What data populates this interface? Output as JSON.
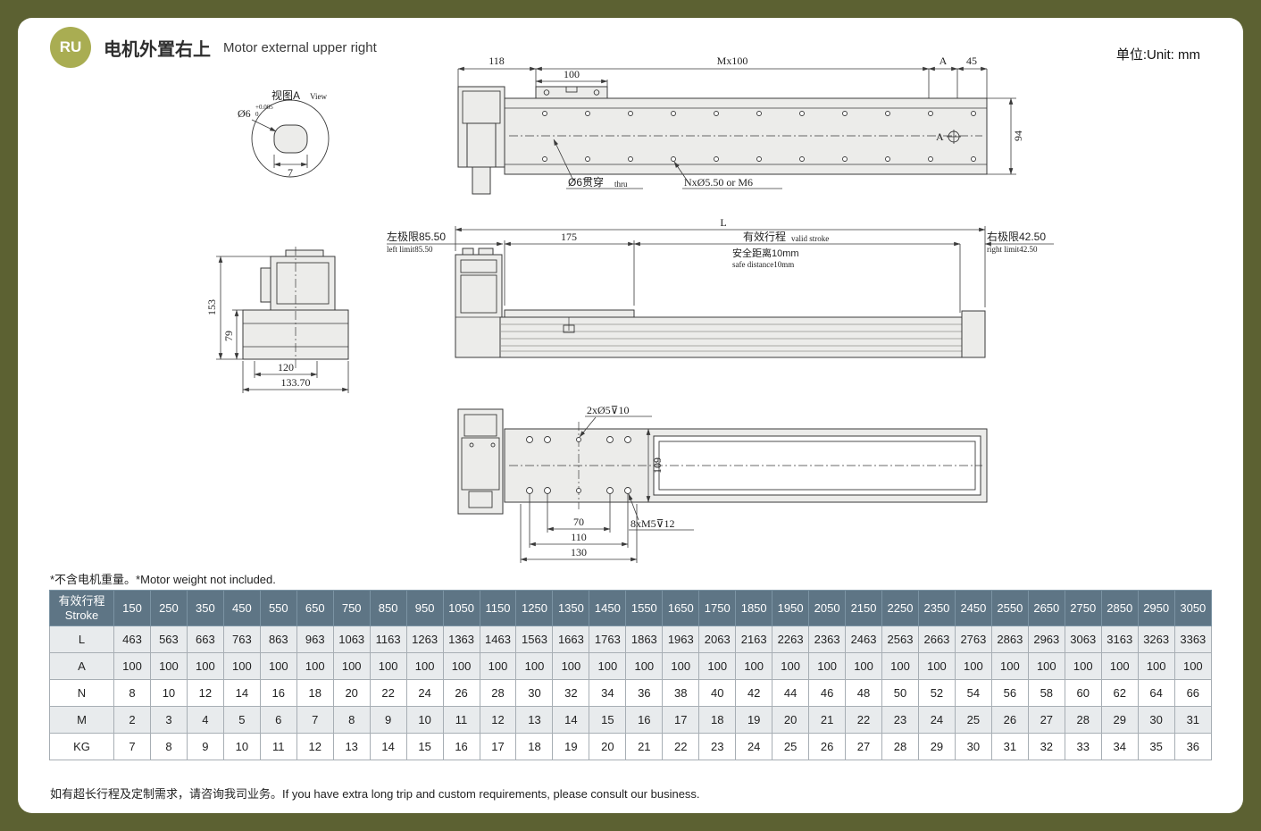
{
  "page": {
    "badge": "RU",
    "title_zh": "电机外置右上",
    "title_en": "Motor external upper right",
    "unit_label": "单位:Unit: mm"
  },
  "drawings": {
    "top": {
      "dim_118": "118",
      "dim_mx100": "Mx100",
      "dim_a": "A",
      "dim_45": "45",
      "dim_100": "100",
      "dim_94": "94",
      "datum_a": "A",
      "thru_zh": "Ø6贯穿",
      "thru_en": "thru",
      "holes": "NxØ5.50 or M6"
    },
    "detail": {
      "title_zh": "视图A",
      "title_en": "View",
      "dia": "Ø6",
      "tol_up": "+0.005",
      "tol_dn": "0",
      "dim_7": "7"
    },
    "side": {
      "dim_l": "L",
      "left_limit_zh": "左极限85.50",
      "left_limit_en": "left limit85.50",
      "dim_175": "175",
      "stroke_zh": "有效行程",
      "stroke_en": "valid stroke",
      "safe_zh": "安全距离10mm",
      "safe_en": "safe distance10mm",
      "right_limit_zh": "右极限42.50",
      "right_limit_en": "right limit42.50"
    },
    "end": {
      "dim_153": "153",
      "dim_79": "79",
      "dim_120": "120",
      "dim_133": "133.70"
    },
    "bottom": {
      "pins": "2xØ5⊽10",
      "dim_109": "109",
      "dim_70": "70",
      "dim_110": "110",
      "dim_130": "130",
      "screws": "8xM5⊽12"
    }
  },
  "notes": {
    "weight": "*不含电机重量。*Motor weight not included.",
    "footer": "如有超长行程及定制需求，请咨询我司业务。If you have extra long trip and custom requirements, please consult our business."
  },
  "table": {
    "header_label_zh": "有效行程",
    "header_label_en": "Stroke",
    "strokes": [
      150,
      250,
      350,
      450,
      550,
      650,
      750,
      850,
      950,
      1050,
      1150,
      1250,
      1350,
      1450,
      1550,
      1650,
      1750,
      1850,
      1950,
      2050,
      2150,
      2250,
      2350,
      2450,
      2550,
      2650,
      2750,
      2850,
      2950,
      3050
    ],
    "rows": [
      {
        "label": "L",
        "shaded": true,
        "values": [
          463,
          563,
          663,
          763,
          863,
          963,
          1063,
          1163,
          1263,
          1363,
          1463,
          1563,
          1663,
          1763,
          1863,
          1963,
          2063,
          2163,
          2263,
          2363,
          2463,
          2563,
          2663,
          2763,
          2863,
          2963,
          3063,
          3163,
          3263,
          3363
        ]
      },
      {
        "label": "A",
        "shaded": true,
        "values": [
          100,
          100,
          100,
          100,
          100,
          100,
          100,
          100,
          100,
          100,
          100,
          100,
          100,
          100,
          100,
          100,
          100,
          100,
          100,
          100,
          100,
          100,
          100,
          100,
          100,
          100,
          100,
          100,
          100,
          100
        ]
      },
      {
        "label": "N",
        "shaded": false,
        "values": [
          8,
          10,
          12,
          14,
          16,
          18,
          20,
          22,
          24,
          26,
          28,
          30,
          32,
          34,
          36,
          38,
          40,
          42,
          44,
          46,
          48,
          50,
          52,
          54,
          56,
          58,
          60,
          62,
          64,
          66
        ]
      },
      {
        "label": "M",
        "shaded": true,
        "values": [
          2,
          3,
          4,
          5,
          6,
          7,
          8,
          9,
          10,
          11,
          12,
          13,
          14,
          15,
          16,
          17,
          18,
          19,
          20,
          21,
          22,
          23,
          24,
          25,
          26,
          27,
          28,
          29,
          30,
          31
        ]
      },
      {
        "label": "KG",
        "shaded": false,
        "values": [
          7,
          8,
          9,
          10,
          11,
          12,
          13,
          14,
          15,
          16,
          17,
          18,
          19,
          20,
          21,
          22,
          23,
          24,
          25,
          26,
          27,
          28,
          29,
          30,
          31,
          32,
          33,
          34,
          35,
          36
        ]
      }
    ]
  }
}
